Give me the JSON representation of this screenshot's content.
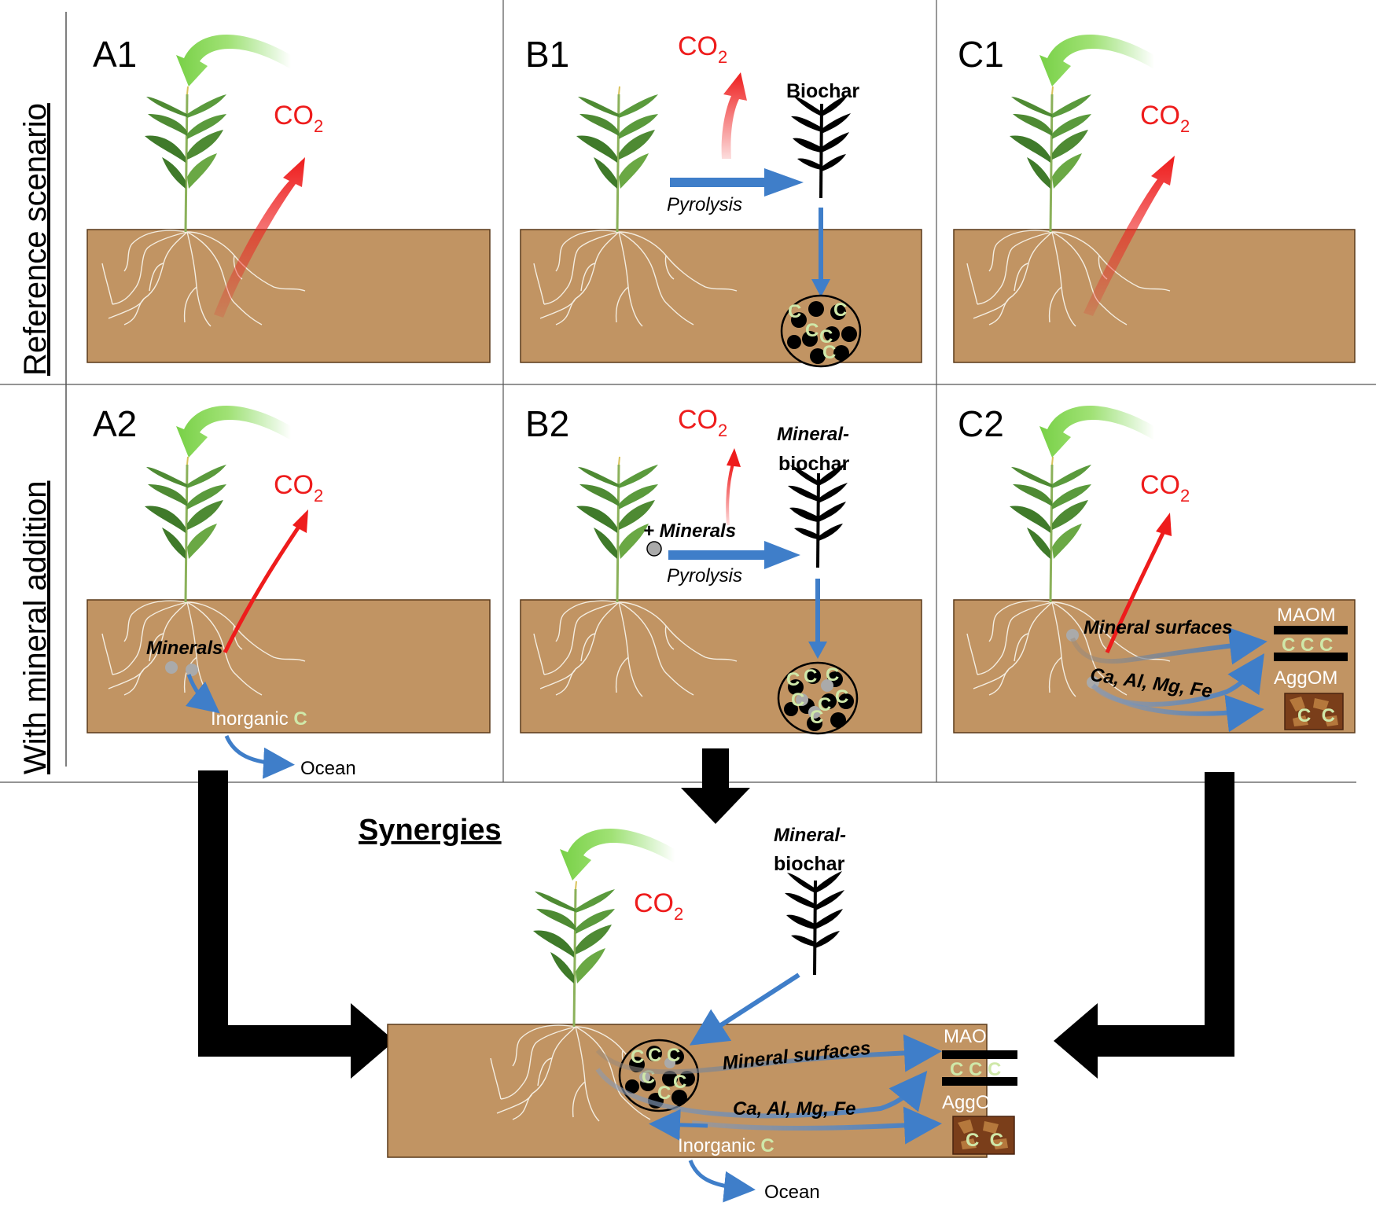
{
  "row_labels": {
    "reference": "Reference scenario",
    "mineral": "With mineral addition"
  },
  "panels": {
    "A1": "A1",
    "B1": "B1",
    "C1": "C1",
    "A2": "A2",
    "B2": "B2",
    "C2": "C2"
  },
  "co2": {
    "main": "CO",
    "sub": "2"
  },
  "labels": {
    "biochar": "Biochar",
    "pyrolysis": "Pyrolysis",
    "minerals_plus": "+ Minerals",
    "mineral_biochar_1": "Mineral-",
    "mineral_biochar_2": "biochar",
    "minerals": "Minerals",
    "inorganic": "Inorganic",
    "c": "C",
    "ocean": "Ocean",
    "mineral_surfaces": "Mineral surfaces",
    "cations": "Ca, Al, Mg, Fe",
    "maom": "MAOM",
    "aggom": "AggOM",
    "ccc": "C C C",
    "cc": "C  C",
    "synergies": "Synergies"
  },
  "colors": {
    "soil": "#c19463",
    "co2_arrow": "#ee1c1c",
    "uptake_arrow": "#7ed957",
    "flow_arrow": "#3f7ec9",
    "plant": "#4e8a33",
    "c_letter": "#cfe8a9"
  }
}
